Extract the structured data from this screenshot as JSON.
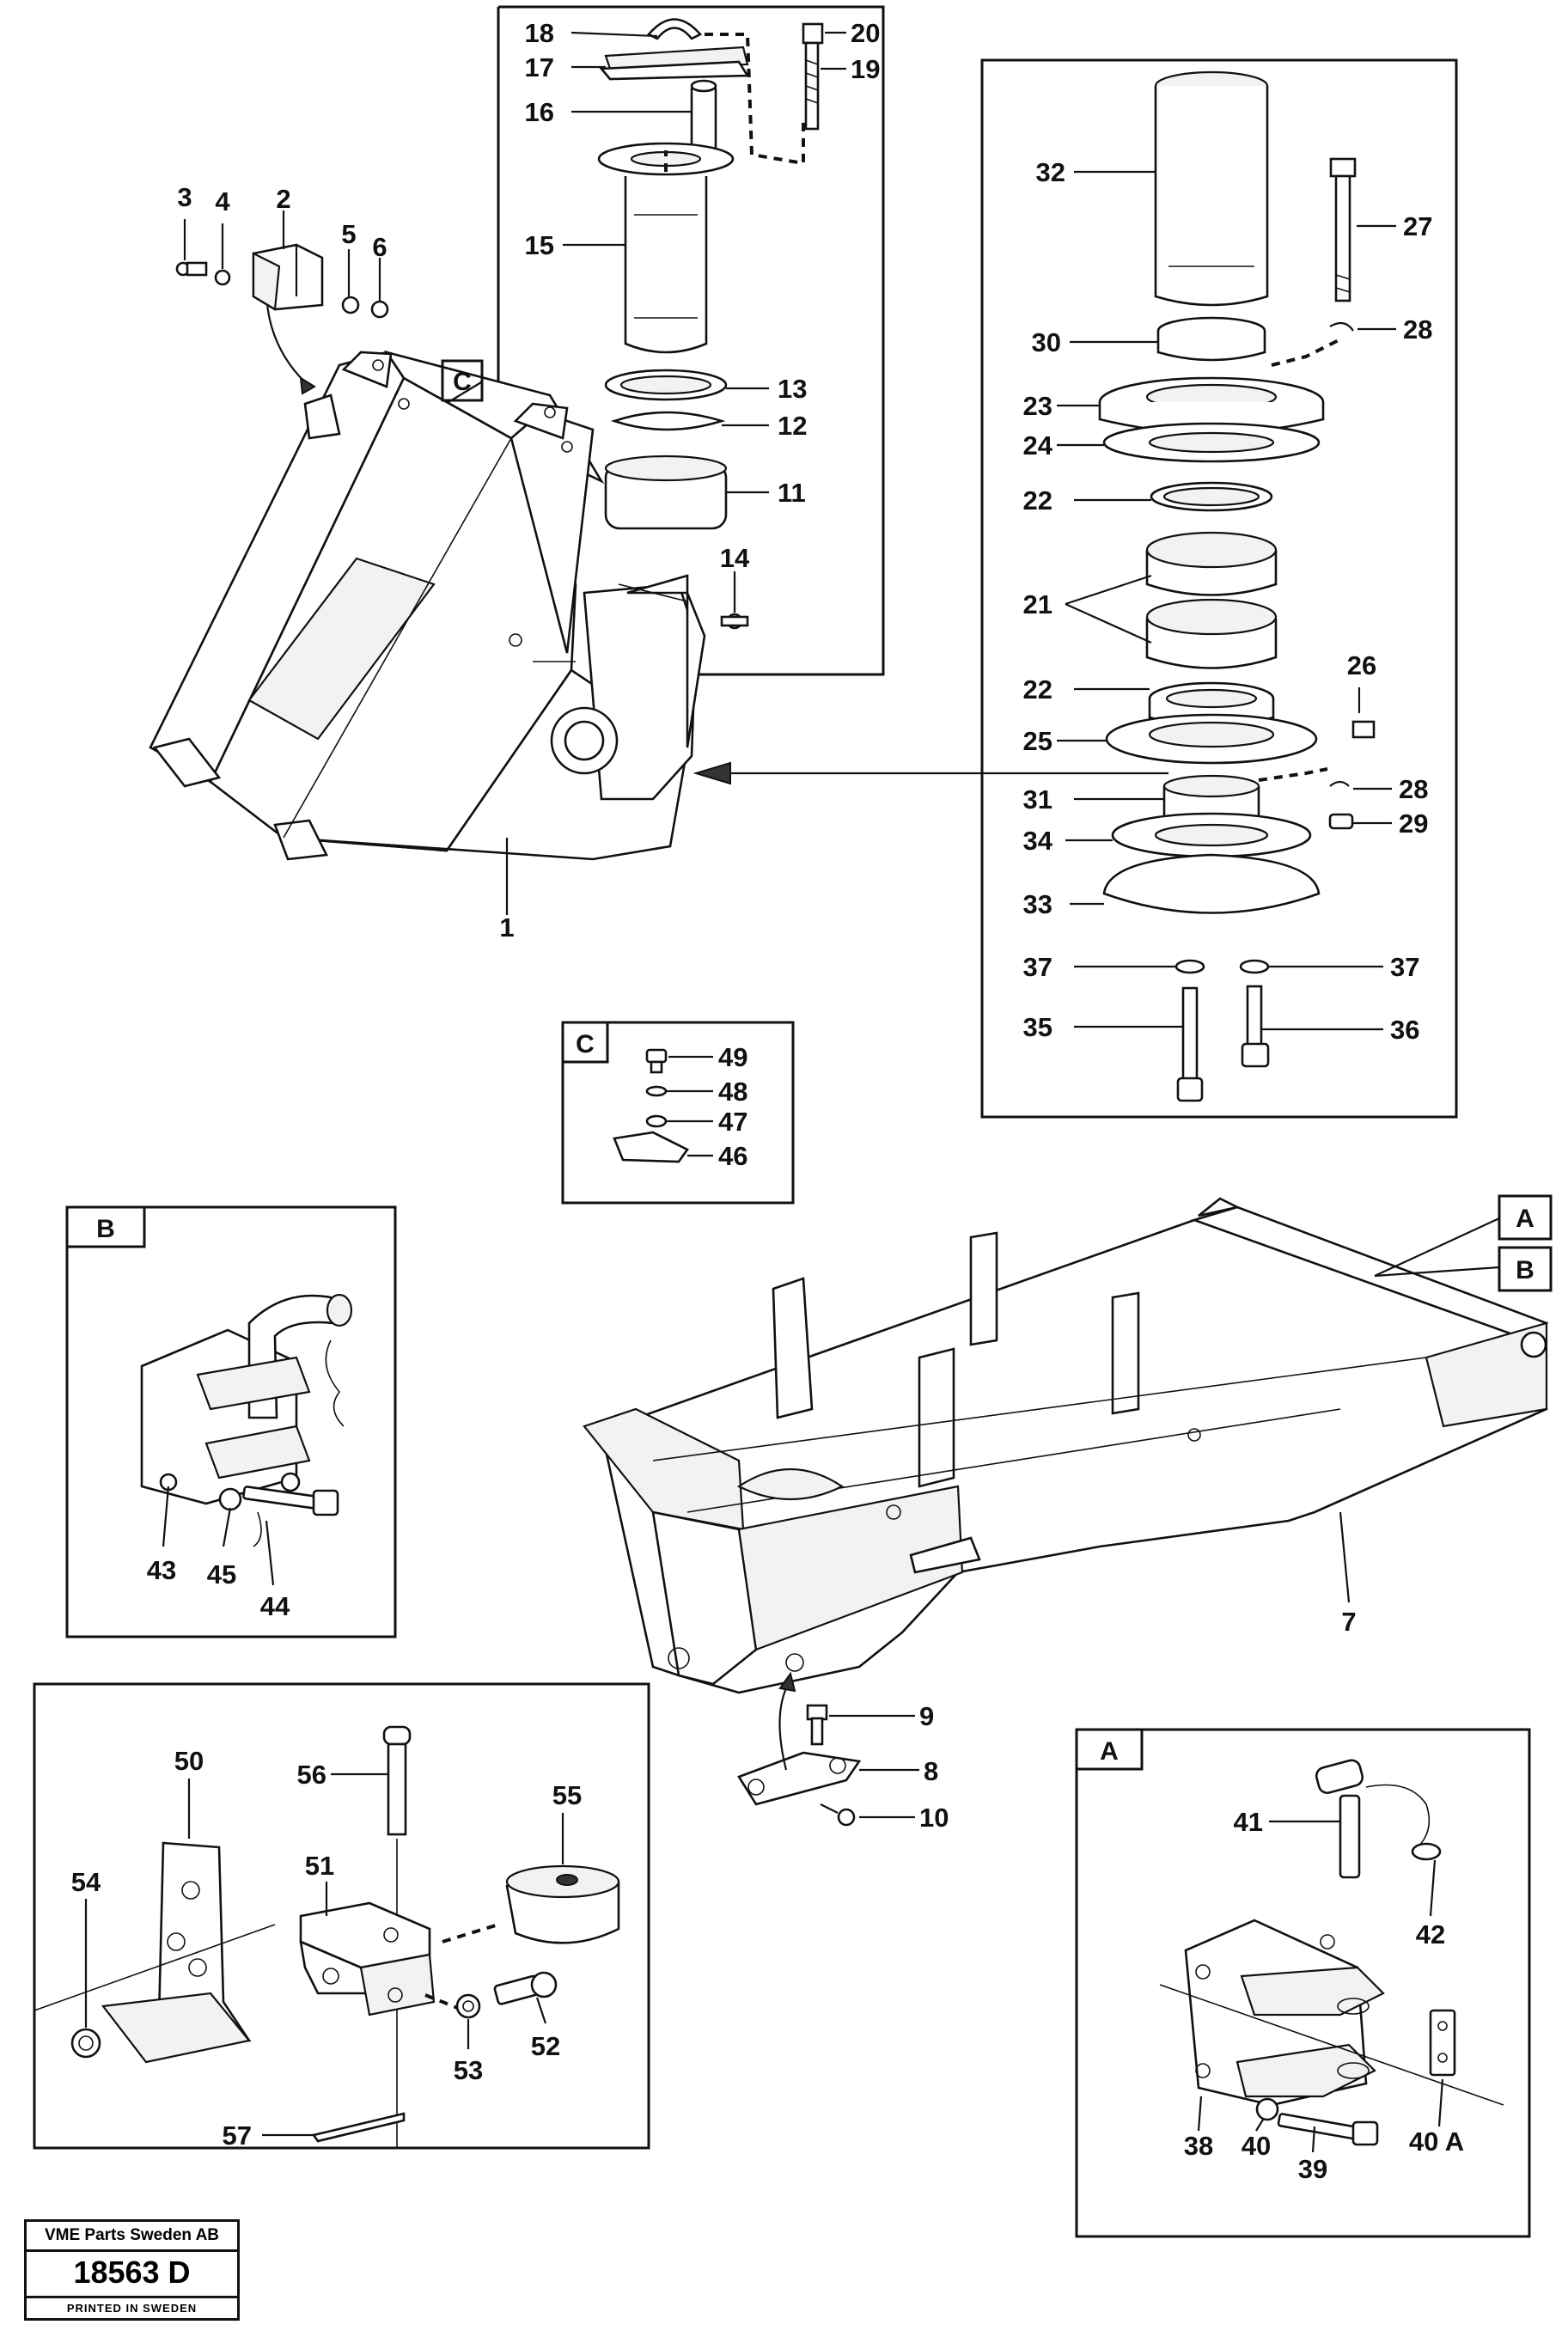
{
  "detail_markers": {
    "a": "A",
    "b": "B",
    "c": "C"
  },
  "title_block": {
    "company": "VME Parts Sweden AB",
    "drawing_number": "18563 D",
    "printed": "PRINTED IN SWEDEN"
  },
  "parts": {
    "p1": "1",
    "p2": "2",
    "p3": "3",
    "p4": "4",
    "p5": "5",
    "p6": "6",
    "p7": "7",
    "p8": "8",
    "p9": "9",
    "p10": "10",
    "p11": "11",
    "p12": "12",
    "p13": "13",
    "p14": "14",
    "p15": "15",
    "p16": "16",
    "p17": "17",
    "p18": "18",
    "p19": "19",
    "p20": "20",
    "p21": "21",
    "p22a": "22",
    "p22b": "22",
    "p23": "23",
    "p24": "24",
    "p25": "25",
    "p26": "26",
    "p27": "27",
    "p28a": "28",
    "p28b": "28",
    "p29": "29",
    "p30": "30",
    "p31": "31",
    "p32": "32",
    "p33": "33",
    "p34": "34",
    "p35": "35",
    "p36": "36",
    "p37a": "37",
    "p37b": "37",
    "p38": "38",
    "p39": "39",
    "p40": "40",
    "p40a": "40 A",
    "p41": "41",
    "p42": "42",
    "p43": "43",
    "p44": "44",
    "p45": "45",
    "p46": "46",
    "p47": "47",
    "p48": "48",
    "p49": "49",
    "p50": "50",
    "p51": "51",
    "p52": "52",
    "p53": "53",
    "p54": "54",
    "p55": "55",
    "p56": "56",
    "p57": "57"
  }
}
